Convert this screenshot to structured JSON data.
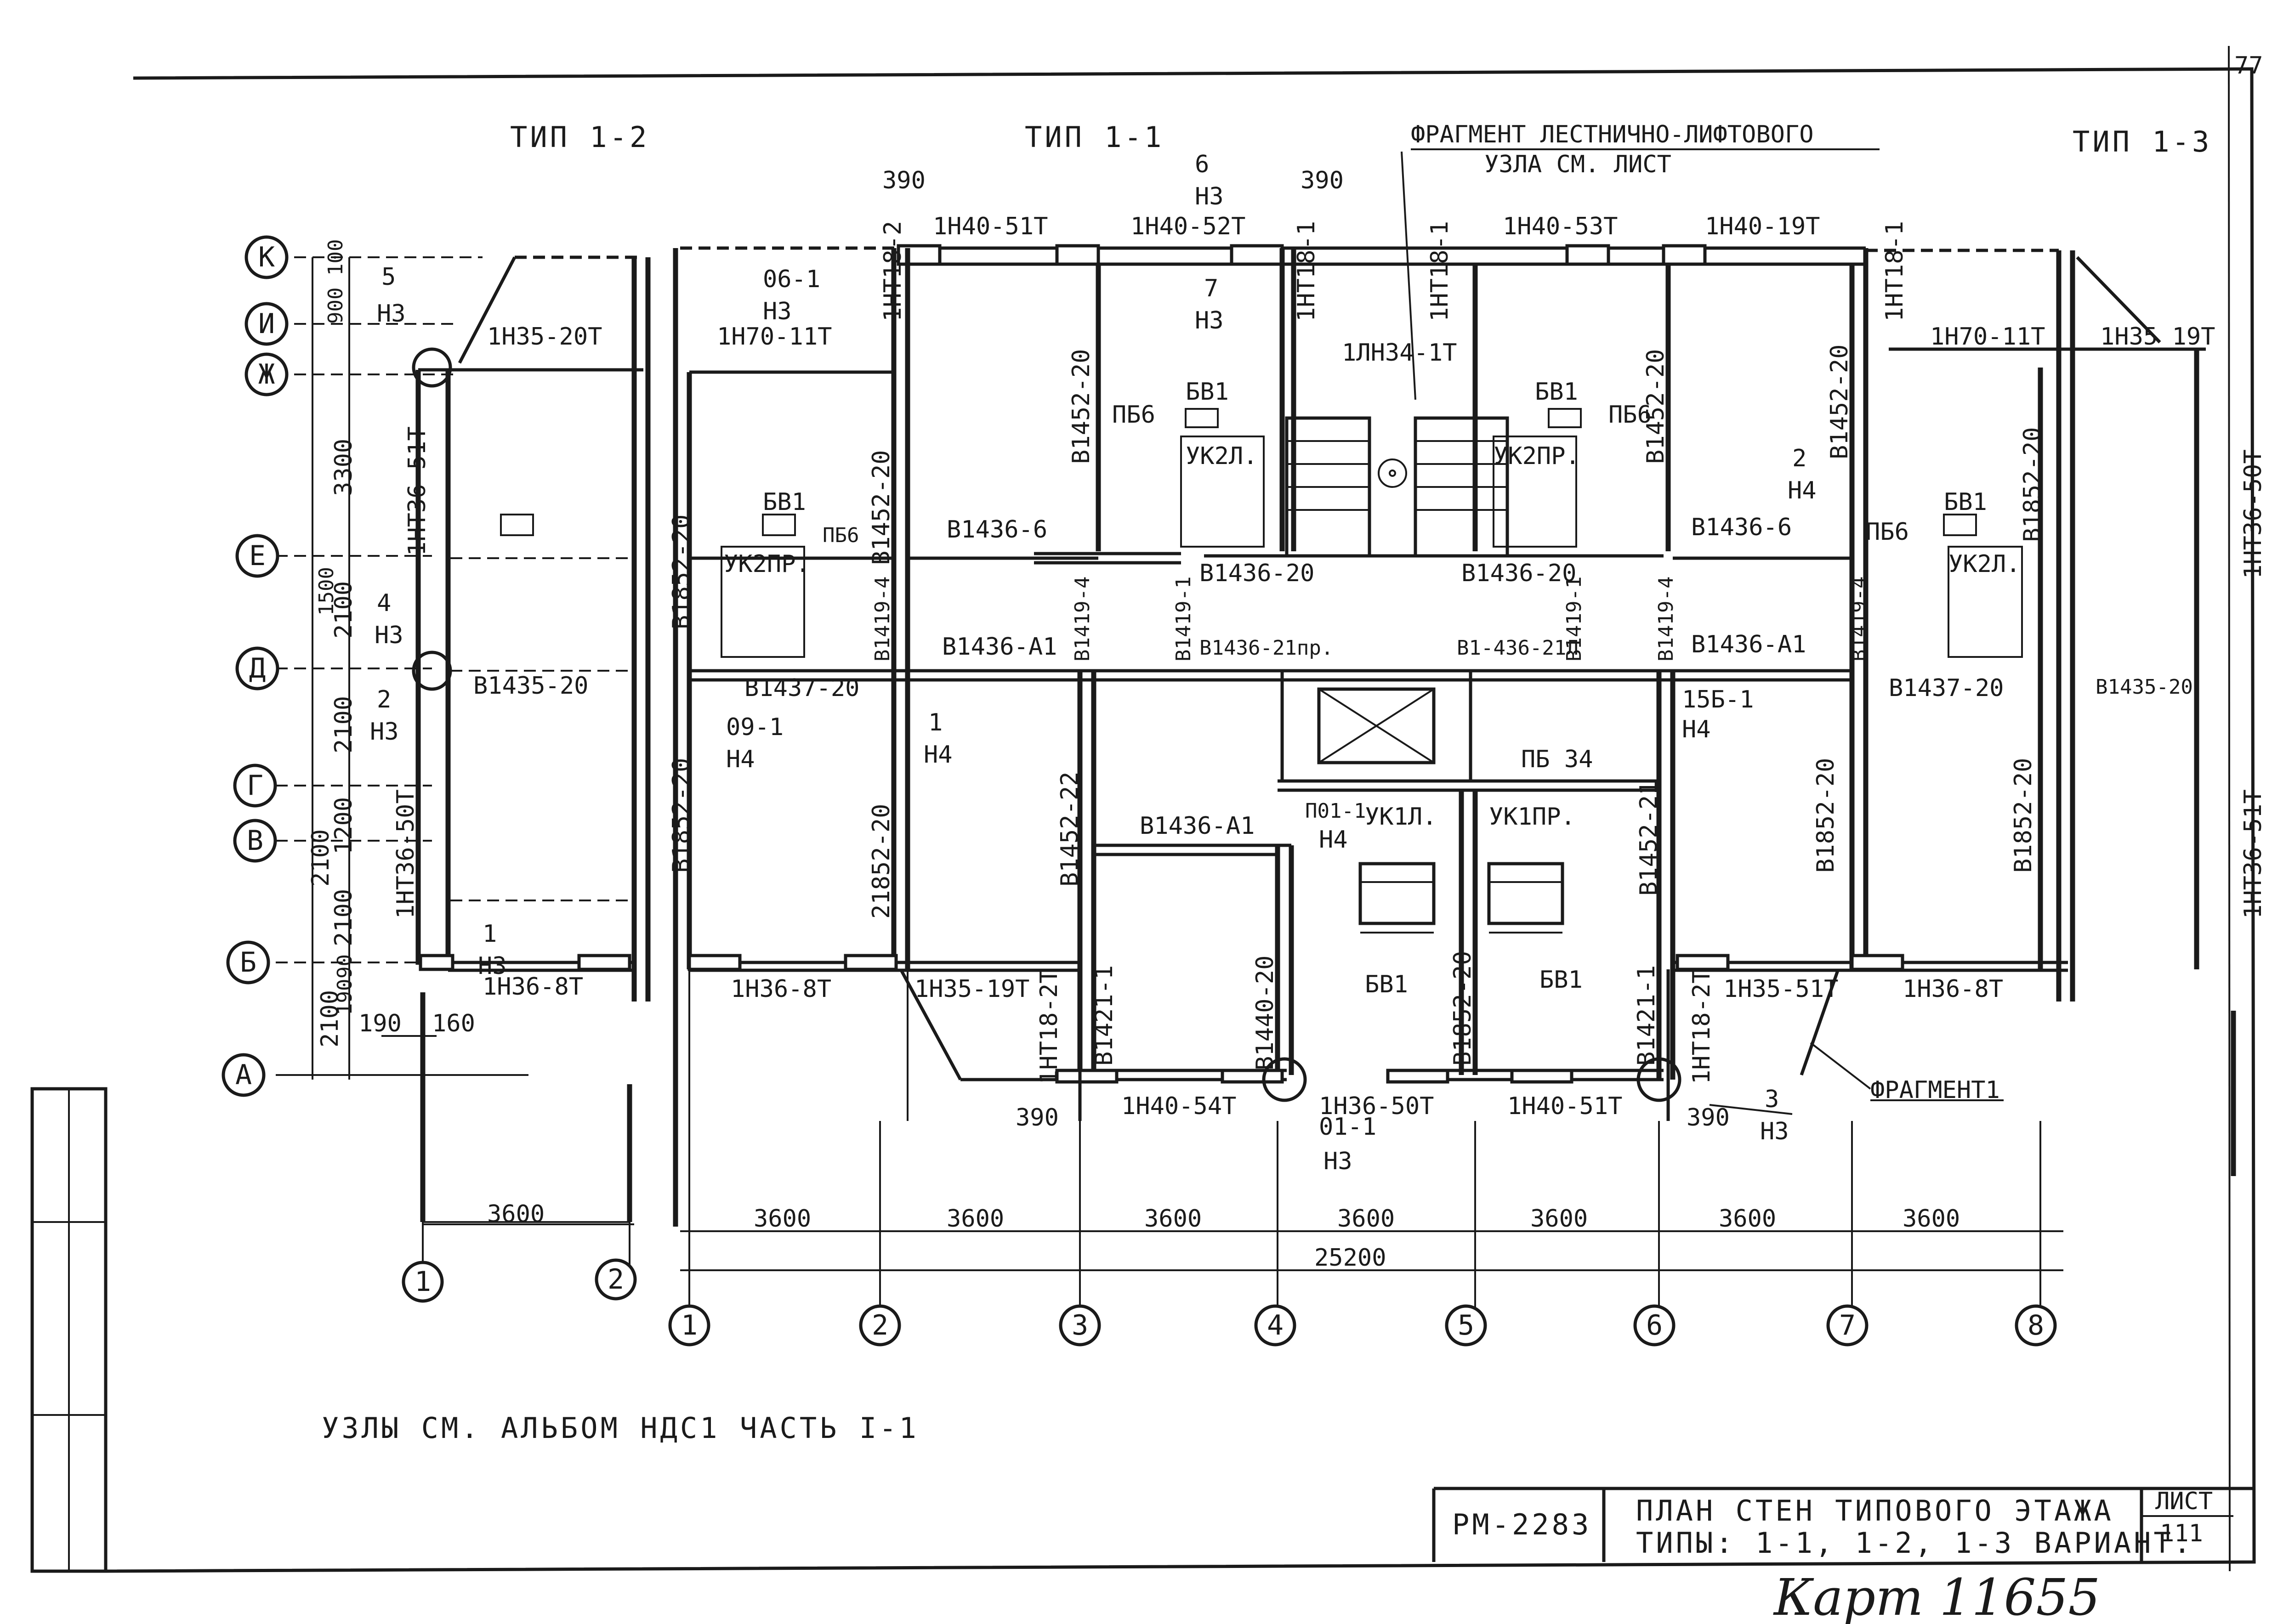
{
  "sheet_corner": "77",
  "types": {
    "left": "ТИП 1-2",
    "center": "ТИП 1-1",
    "right": "ТИП 1-3"
  },
  "fragment_note": {
    "line1": "ФРАГМЕНТ ЛЕСТНИЧНО-ЛИФТОВОГО",
    "line2": "УЗЛА  СМ. ЛИСТ"
  },
  "row_axes": [
    "К",
    "И",
    "Ж",
    "Е",
    "Д",
    "Г",
    "В",
    "Б",
    "А"
  ],
  "left_dims": {
    "outer": [
      "2100",
      "2100",
      "1500"
    ],
    "inner": [
      "900",
      "100",
      "3300",
      "2100",
      "2100",
      "1200",
      "2100",
      "190",
      "90"
    ],
    "bottom": [
      "190",
      "160"
    ]
  },
  "wall_panels": {
    "top": [
      "1Н40-51Т",
      "1Н40-52Т",
      "1Н40-53Т",
      "1Н40-19Т",
      "1Н35-20Т",
      "1Н70-11Т",
      "1Н70-11Т",
      "1Н35 19Т"
    ],
    "bottom": [
      "1Н36-8Т",
      "1Н36-8Т",
      "1Н35-19Т",
      "1Н40-54Т",
      "1Н36-50Т",
      "1Н40-51Т",
      "1Н35-51Т",
      "1Н36-8Т"
    ],
    "vertical": [
      "1НТ36-51Т",
      "1НТ36-50Т",
      "1НТ36-50Т",
      "1НТ36-51Т",
      "1НТ18-2",
      "1НТ18-1",
      "1НТ18-2Т",
      "1НТ18-2Т",
      "1НТ18-1",
      "1НТ18-1"
    ]
  },
  "inner_panels": [
    "В1852-20",
    "В1452-20",
    "В1452-20",
    "В1452-20",
    "В1452-20",
    "В1852-20",
    "В1852-20",
    "В1852-20",
    "В1852-20",
    "21852-20",
    "В1452-22",
    "В1452-21",
    "В1440-20",
    "В1852-20",
    "В1421-1",
    "В1421-1",
    "В1419-4",
    "В1419-4",
    "В1419-1",
    "В1419-1",
    "В1419-4",
    "В1419-4"
  ],
  "cross_panels": [
    "В1436-6",
    "В1436-6",
    "В1436-20",
    "В1436-20",
    "В1436-А1",
    "В1436-А1",
    "В1436-21пр.",
    "В1-436-21Л",
    "В1437-20",
    "В1437-20",
    "В1435-20",
    "В1435-20",
    "В1436-А1"
  ],
  "rooms": {
    "bv": [
      "БВ1",
      "БВ1",
      "БВ1",
      "БВ1",
      "БВ1",
      "БВ1"
    ],
    "kitchens": [
      "УК2ПР.",
      "УК2Л.",
      "УК2ПР.",
      "УК2Л.",
      "УК1Л.",
      "УК1ПР."
    ],
    "pb": [
      "ПБ6",
      "ПБ6",
      "ПБ6",
      "ПБ6",
      "ПБ 34"
    ]
  },
  "callouts": [
    {
      "num": "5",
      "ref": "Н3"
    },
    {
      "num": "06-1",
      "ref": "Н3"
    },
    {
      "num": "6",
      "ref": "Н3"
    },
    {
      "num": "7",
      "ref": "Н3"
    },
    {
      "num": "4",
      "ref": "Н3"
    },
    {
      "num": "2",
      "ref": "Н3"
    },
    {
      "num": "09-1",
      "ref": "Н4"
    },
    {
      "num": "1",
      "ref": "Н4"
    },
    {
      "num": "2",
      "ref": "Н4"
    },
    {
      "num": "15Б-1",
      "ref": "Н4"
    },
    {
      "num": "П01-1",
      "ref": "Н4"
    },
    {
      "num": "1",
      "ref": "Н3"
    },
    {
      "num": "01-1",
      "ref": "Н3"
    },
    {
      "num": "3",
      "ref": "Н3"
    }
  ],
  "stair_panel": "1ЛН34-1Т",
  "fragment1": "ФРАГМЕНТ1",
  "dims_390": [
    "390",
    "390",
    "390",
    "390"
  ],
  "bottom_dims": {
    "left_span": "3600",
    "spans": [
      "3600",
      "3600",
      "3600",
      "3600",
      "3600",
      "3600",
      "3600"
    ],
    "total": "25200"
  },
  "col_axes_left": [
    "1",
    "2"
  ],
  "col_axes_main": [
    "1",
    "2",
    "3",
    "4",
    "5",
    "6",
    "7",
    "8"
  ],
  "note": "УЗЛЫ СМ. АЛЬБОМ НДС1 ЧАСТЬ I-1",
  "title_block": {
    "code": "РМ-2283",
    "title1": "ПЛАН СТЕН ТИПОВОГО ЭТАЖА",
    "title2": "ТИПЫ: 1-1, 1-2, 1-3  ВАРИАНТ.",
    "sheet_label": "ЛИСТ",
    "sheet_num": "111"
  },
  "handwritten": "Карт 11655"
}
